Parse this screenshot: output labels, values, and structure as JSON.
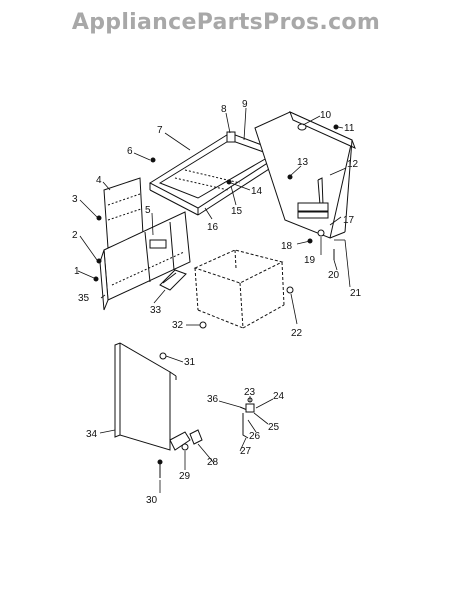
{
  "watermark": "AppliancePartsPros.com",
  "callouts": {
    "c1": "1",
    "c2": "2",
    "c3": "3",
    "c4": "4",
    "c5": "5",
    "c6": "6",
    "c7": "7",
    "c8": "8",
    "c9": "9",
    "c10": "10",
    "c11": "11",
    "c12": "12",
    "c13": "13",
    "c14": "14",
    "c15": "15",
    "c16": "16",
    "c17": "17",
    "c18": "18",
    "c19": "19",
    "c20": "20",
    "c21": "21",
    "c22": "22",
    "c23": "23",
    "c24": "24",
    "c25": "25",
    "c26": "26",
    "c27": "27",
    "c28": "28",
    "c29": "29",
    "c30": "30",
    "c31": "31",
    "c32": "32",
    "c33": "33",
    "c34": "34",
    "c35": "35",
    "c36": "36"
  }
}
